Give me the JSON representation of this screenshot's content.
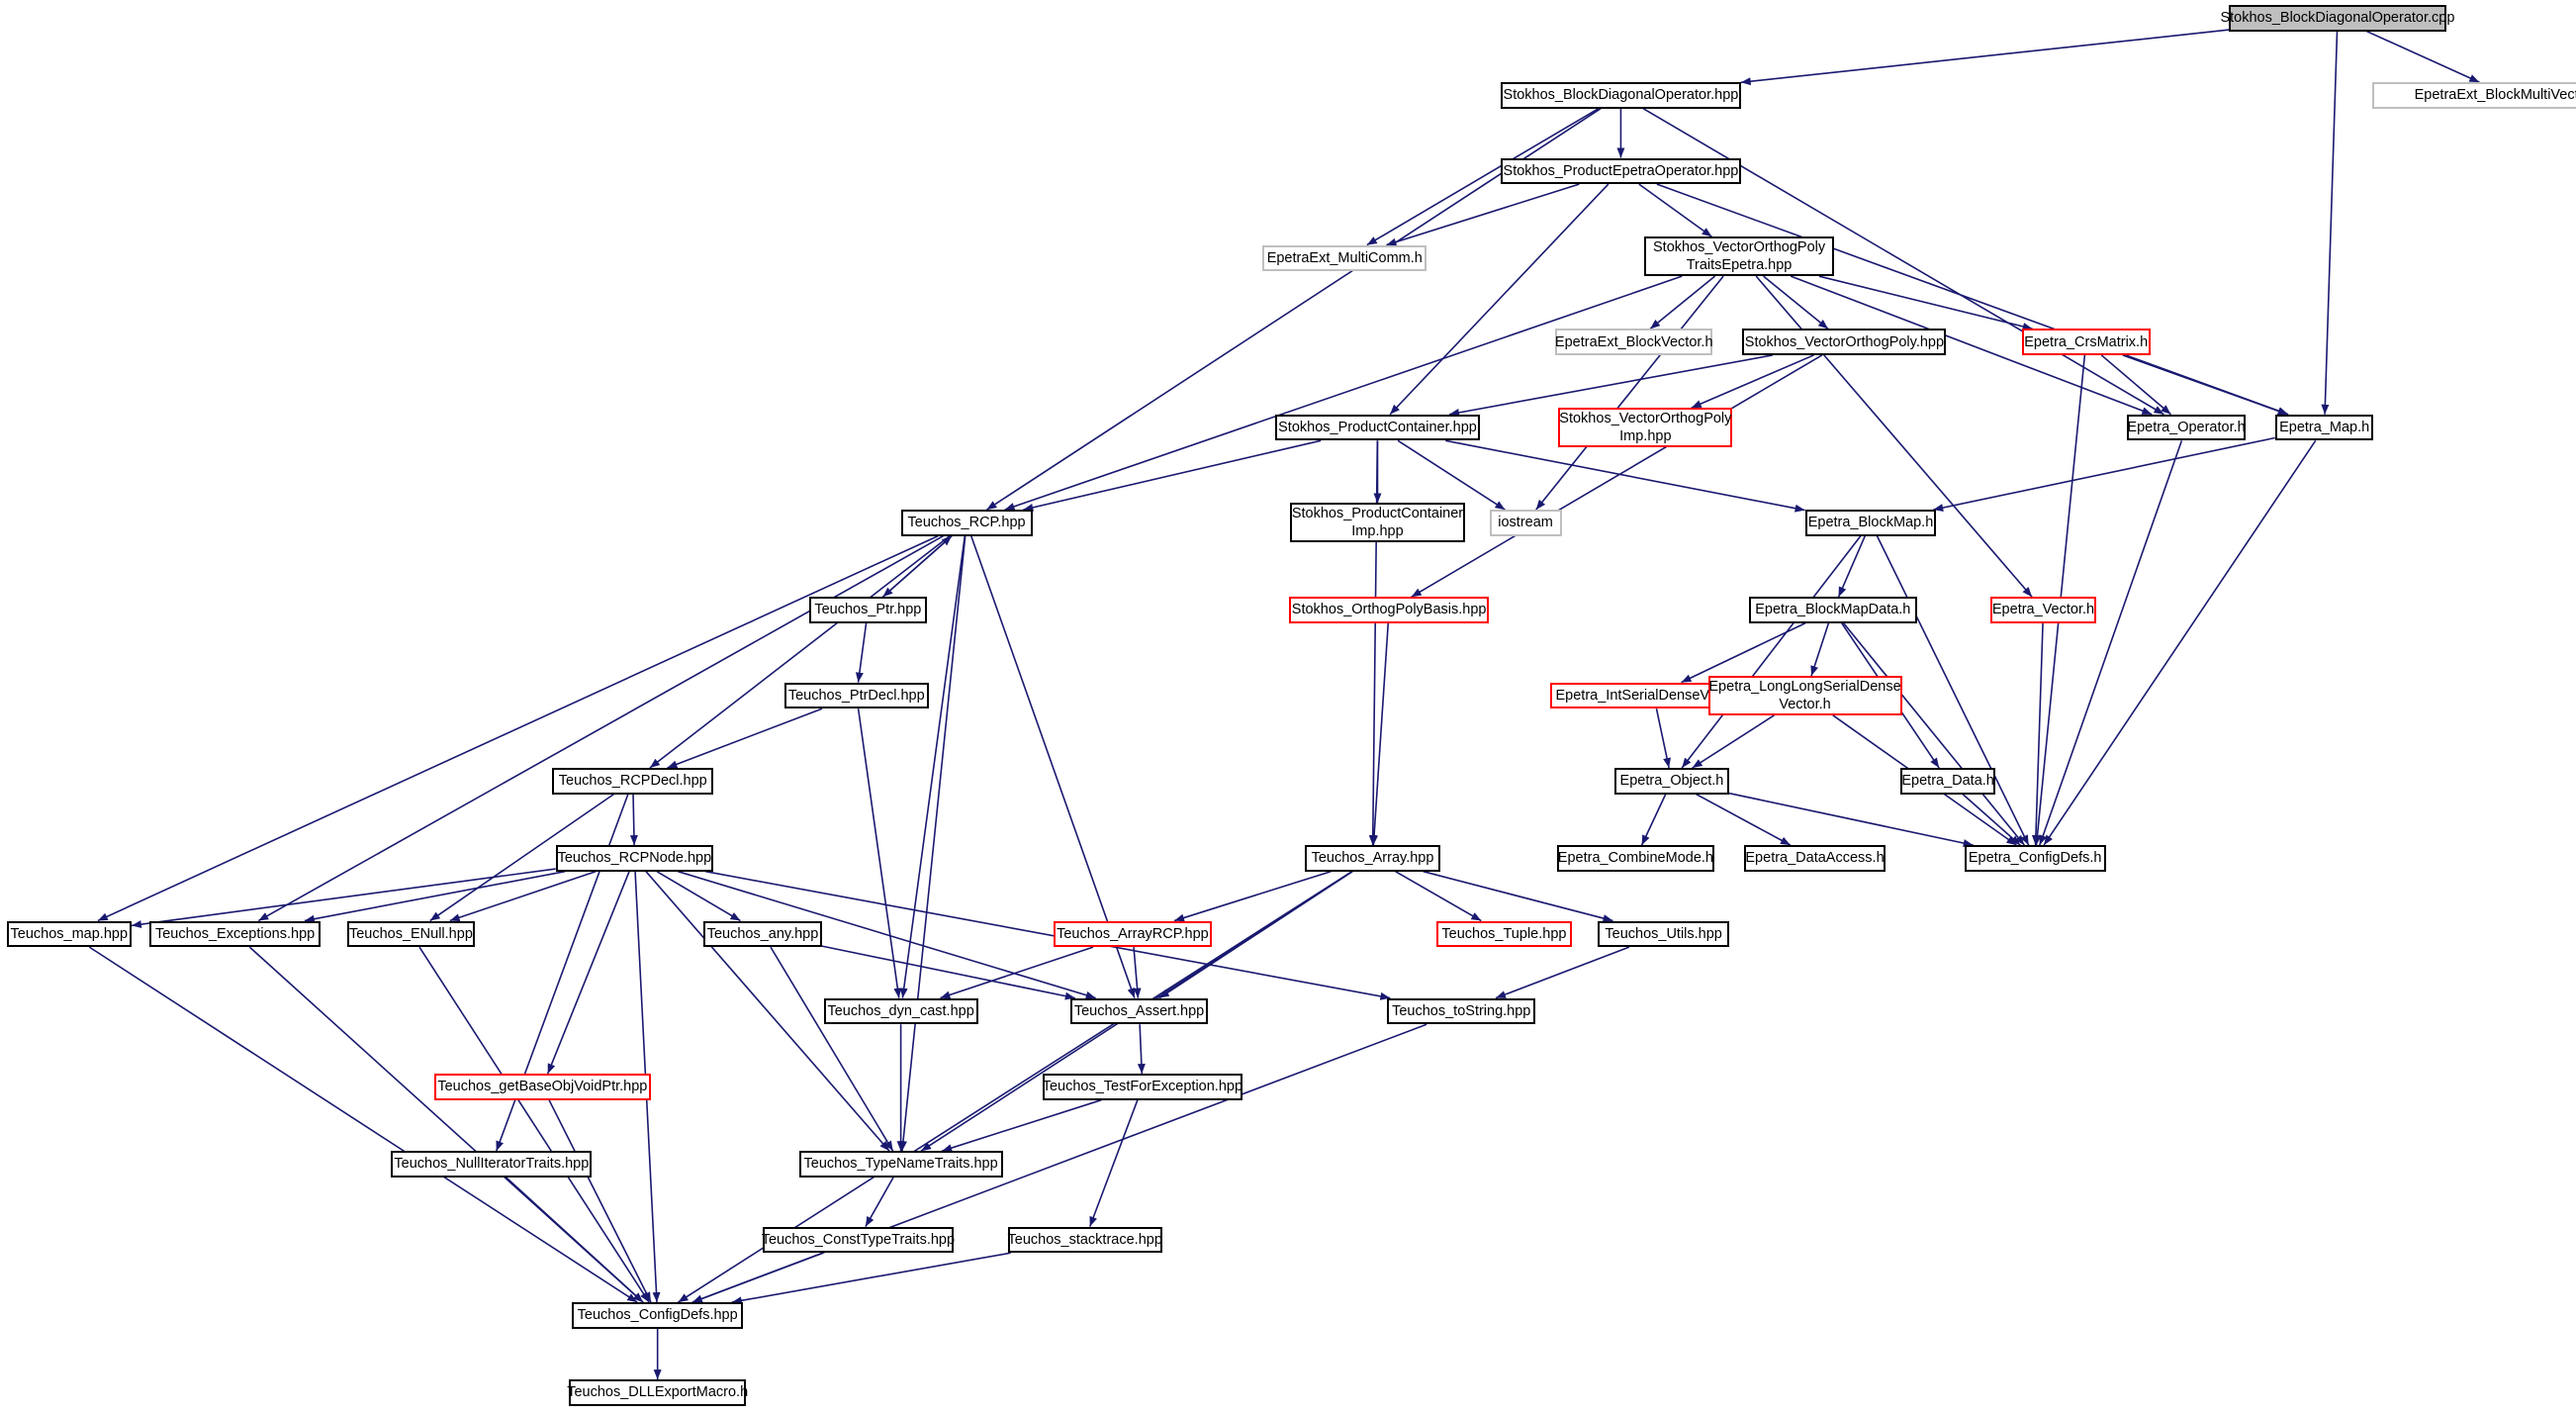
{
  "colors": {
    "edge": "#191970",
    "root_fill": "#bfbfbf",
    "external_border": "#bfbfbf",
    "truncated_border": "#ff0000",
    "node_border": "#000000"
  },
  "nodes": [
    {
      "id": "root",
      "label": "Stokhos_BlockDiagonalOperator.cpp",
      "kind": "root"
    },
    {
      "id": "bdo_hpp",
      "label": "Stokhos_BlockDiagonalOperator.hpp",
      "kind": "normal"
    },
    {
      "id": "bmv_h",
      "label": "EpetraExt_BlockMultiVector.h",
      "kind": "external"
    },
    {
      "id": "pep_hpp",
      "label": "Stokhos_ProductEpetraOperator.hpp",
      "kind": "normal"
    },
    {
      "id": "multicomm_h",
      "label": "EpetraExt_MultiComm.h",
      "kind": "external"
    },
    {
      "id": "vop_epetra",
      "label": "Stokhos_VectorOrthogPoly\nTraitsEpetra.hpp",
      "kind": "normal"
    },
    {
      "id": "blockvector_h",
      "label": "EpetraExt_BlockVector.h",
      "kind": "external"
    },
    {
      "id": "vop_hpp",
      "label": "Stokhos_VectorOrthogPoly.hpp",
      "kind": "normal"
    },
    {
      "id": "crsmatrix_h",
      "label": "Epetra_CrsMatrix.h",
      "kind": "truncated"
    },
    {
      "id": "pc_hpp",
      "label": "Stokhos_ProductContainer.hpp",
      "kind": "normal"
    },
    {
      "id": "vop_imp",
      "label": "Stokhos_VectorOrthogPoly\nImp.hpp",
      "kind": "truncated"
    },
    {
      "id": "operator_h",
      "label": "Epetra_Operator.h",
      "kind": "normal"
    },
    {
      "id": "map_h",
      "label": "Epetra_Map.h",
      "kind": "normal"
    },
    {
      "id": "rcp_hpp",
      "label": "Teuchos_RCP.hpp",
      "kind": "normal"
    },
    {
      "id": "pc_imp",
      "label": "Stokhos_ProductContainer\nImp.hpp",
      "kind": "normal"
    },
    {
      "id": "iostream",
      "label": "iostream",
      "kind": "external"
    },
    {
      "id": "blockmap_h",
      "label": "Epetra_BlockMap.h",
      "kind": "normal"
    },
    {
      "id": "ptr_hpp",
      "label": "Teuchos_Ptr.hpp",
      "kind": "normal"
    },
    {
      "id": "opb_hpp",
      "label": "Stokhos_OrthogPolyBasis.hpp",
      "kind": "truncated"
    },
    {
      "id": "bmd_h",
      "label": "Epetra_BlockMapData.h",
      "kind": "normal"
    },
    {
      "id": "vector_h",
      "label": "Epetra_Vector.h",
      "kind": "truncated"
    },
    {
      "id": "ptrdecl_hpp",
      "label": "Teuchos_PtrDecl.hpp",
      "kind": "normal"
    },
    {
      "id": "isdv_h",
      "label": "Epetra_IntSerialDenseVector.h",
      "kind": "truncated"
    },
    {
      "id": "llsdv_h",
      "label": "Epetra_LongLongSerialDense\nVector.h",
      "kind": "truncated"
    },
    {
      "id": "rcpdecl_hpp",
      "label": "Teuchos_RCPDecl.hpp",
      "kind": "normal"
    },
    {
      "id": "object_h",
      "label": "Epetra_Object.h",
      "kind": "normal"
    },
    {
      "id": "data_h",
      "label": "Epetra_Data.h",
      "kind": "normal"
    },
    {
      "id": "rcpnode_hpp",
      "label": "Teuchos_RCPNode.hpp",
      "kind": "normal"
    },
    {
      "id": "array_hpp",
      "label": "Teuchos_Array.hpp",
      "kind": "normal"
    },
    {
      "id": "combinemode_h",
      "label": "Epetra_CombineMode.h",
      "kind": "normal"
    },
    {
      "id": "dataaccess_h",
      "label": "Epetra_DataAccess.h",
      "kind": "normal"
    },
    {
      "id": "configdefs_h",
      "label": "Epetra_ConfigDefs.h",
      "kind": "normal"
    },
    {
      "id": "map_hpp",
      "label": "Teuchos_map.hpp",
      "kind": "normal"
    },
    {
      "id": "exceptions_hpp",
      "label": "Teuchos_Exceptions.hpp",
      "kind": "normal"
    },
    {
      "id": "enull_hpp",
      "label": "Teuchos_ENull.hpp",
      "kind": "normal"
    },
    {
      "id": "any_hpp",
      "label": "Teuchos_any.hpp",
      "kind": "normal"
    },
    {
      "id": "arrayrcp_hpp",
      "label": "Teuchos_ArrayRCP.hpp",
      "kind": "truncated"
    },
    {
      "id": "tuple_hpp",
      "label": "Teuchos_Tuple.hpp",
      "kind": "truncated"
    },
    {
      "id": "utils_hpp",
      "label": "Teuchos_Utils.hpp",
      "kind": "normal"
    },
    {
      "id": "dyncast_hpp",
      "label": "Teuchos_dyn_cast.hpp",
      "kind": "normal"
    },
    {
      "id": "assert_hpp",
      "label": "Teuchos_Assert.hpp",
      "kind": "normal"
    },
    {
      "id": "tostring_hpp",
      "label": "Teuchos_toString.hpp",
      "kind": "normal"
    },
    {
      "id": "getbase_hpp",
      "label": "Teuchos_getBaseObjVoidPtr.hpp",
      "kind": "truncated"
    },
    {
      "id": "tfe_hpp",
      "label": "Teuchos_TestForException.hpp",
      "kind": "normal"
    },
    {
      "id": "nit_hpp",
      "label": "Teuchos_NullIteratorTraits.hpp",
      "kind": "normal"
    },
    {
      "id": "tnt_hpp",
      "label": "Teuchos_TypeNameTraits.hpp",
      "kind": "normal"
    },
    {
      "id": "ctt_hpp",
      "label": "Teuchos_ConstTypeTraits.hpp",
      "kind": "normal"
    },
    {
      "id": "stacktrace_hpp",
      "label": "Teuchos_stacktrace.hpp",
      "kind": "normal"
    },
    {
      "id": "tconfig_hpp",
      "label": "Teuchos_ConfigDefs.hpp",
      "kind": "normal"
    },
    {
      "id": "dll_h",
      "label": "Teuchos_DLLExportMacro.h",
      "kind": "normal"
    }
  ],
  "edges": [
    [
      "root",
      "bdo_hpp"
    ],
    [
      "root",
      "bmv_h"
    ],
    [
      "root",
      "map_h"
    ],
    [
      "bdo_hpp",
      "pep_hpp"
    ],
    [
      "bdo_hpp",
      "multicomm_h"
    ],
    [
      "bdo_hpp",
      "rcp_hpp"
    ],
    [
      "bdo_hpp",
      "operator_h"
    ],
    [
      "pep_hpp",
      "multicomm_h"
    ],
    [
      "pep_hpp",
      "vop_epetra"
    ],
    [
      "pep_hpp",
      "pc_hpp"
    ],
    [
      "pep_hpp",
      "map_h"
    ],
    [
      "vop_epetra",
      "blockvector_h"
    ],
    [
      "vop_epetra",
      "vop_hpp"
    ],
    [
      "vop_epetra",
      "crsmatrix_h"
    ],
    [
      "vop_epetra",
      "operator_h"
    ],
    [
      "vop_epetra",
      "rcp_hpp"
    ],
    [
      "vop_epetra",
      "iostream"
    ],
    [
      "vop_epetra",
      "vector_h"
    ],
    [
      "vop_hpp",
      "pc_hpp"
    ],
    [
      "vop_hpp",
      "vop_imp"
    ],
    [
      "vop_hpp",
      "opb_hpp"
    ],
    [
      "crsmatrix_h",
      "operator_h"
    ],
    [
      "crsmatrix_h",
      "map_h"
    ],
    [
      "crsmatrix_h",
      "configdefs_h"
    ],
    [
      "pc_hpp",
      "rcp_hpp"
    ],
    [
      "pc_hpp",
      "pc_imp"
    ],
    [
      "pc_hpp",
      "iostream"
    ],
    [
      "pc_hpp",
      "blockmap_h"
    ],
    [
      "pc_hpp",
      "array_hpp"
    ],
    [
      "operator_h",
      "configdefs_h"
    ],
    [
      "map_h",
      "blockmap_h"
    ],
    [
      "map_h",
      "configdefs_h"
    ],
    [
      "rcp_hpp",
      "ptr_hpp"
    ],
    [
      "rcp_hpp",
      "rcpdecl_hpp"
    ],
    [
      "rcp_hpp",
      "map_hpp"
    ],
    [
      "rcp_hpp",
      "exceptions_hpp"
    ],
    [
      "rcp_hpp",
      "dyncast_hpp"
    ],
    [
      "rcp_hpp",
      "assert_hpp"
    ],
    [
      "rcp_hpp",
      "tnt_hpp"
    ],
    [
      "ptr_hpp",
      "rcp_hpp"
    ],
    [
      "ptr_hpp",
      "ptrdecl_hpp"
    ],
    [
      "ptrdecl_hpp",
      "rcpdecl_hpp"
    ],
    [
      "ptrdecl_hpp",
      "dyncast_hpp"
    ],
    [
      "blockmap_h",
      "bmd_h"
    ],
    [
      "blockmap_h",
      "object_h"
    ],
    [
      "blockmap_h",
      "configdefs_h"
    ],
    [
      "bmd_h",
      "isdv_h"
    ],
    [
      "bmd_h",
      "llsdv_h"
    ],
    [
      "bmd_h",
      "data_h"
    ],
    [
      "bmd_h",
      "configdefs_h"
    ],
    [
      "isdv_h",
      "object_h"
    ],
    [
      "llsdv_h",
      "object_h"
    ],
    [
      "llsdv_h",
      "configdefs_h"
    ],
    [
      "object_h",
      "combinemode_h"
    ],
    [
      "object_h",
      "dataaccess_h"
    ],
    [
      "object_h",
      "configdefs_h"
    ],
    [
      "data_h",
      "configdefs_h"
    ],
    [
      "vector_h",
      "configdefs_h"
    ],
    [
      "opb_hpp",
      "array_hpp"
    ],
    [
      "rcpdecl_hpp",
      "rcpnode_hpp"
    ],
    [
      "rcpdecl_hpp",
      "enull_hpp"
    ],
    [
      "rcpdecl_hpp",
      "nit_hpp"
    ],
    [
      "rcpnode_hpp",
      "map_hpp"
    ],
    [
      "rcpnode_hpp",
      "exceptions_hpp"
    ],
    [
      "rcpnode_hpp",
      "enull_hpp"
    ],
    [
      "rcpnode_hpp",
      "any_hpp"
    ],
    [
      "rcpnode_hpp",
      "assert_hpp"
    ],
    [
      "rcpnode_hpp",
      "getbase_hpp"
    ],
    [
      "rcpnode_hpp",
      "tnt_hpp"
    ],
    [
      "rcpnode_hpp",
      "tconfig_hpp"
    ],
    [
      "rcpnode_hpp",
      "tostring_hpp"
    ],
    [
      "array_hpp",
      "arrayrcp_hpp"
    ],
    [
      "array_hpp",
      "tuple_hpp"
    ],
    [
      "array_hpp",
      "utils_hpp"
    ],
    [
      "array_hpp",
      "assert_hpp"
    ],
    [
      "array_hpp",
      "tnt_hpp"
    ],
    [
      "array_hpp",
      "tconfig_hpp"
    ],
    [
      "arrayrcp_hpp",
      "dyncast_hpp"
    ],
    [
      "arrayrcp_hpp",
      "assert_hpp"
    ],
    [
      "utils_hpp",
      "tostring_hpp"
    ],
    [
      "any_hpp",
      "assert_hpp"
    ],
    [
      "any_hpp",
      "tnt_hpp"
    ],
    [
      "dyncast_hpp",
      "tnt_hpp"
    ],
    [
      "assert_hpp",
      "tfe_hpp"
    ],
    [
      "tfe_hpp",
      "tnt_hpp"
    ],
    [
      "tfe_hpp",
      "stacktrace_hpp"
    ],
    [
      "tnt_hpp",
      "ctt_hpp"
    ],
    [
      "ctt_hpp",
      "tconfig_hpp"
    ],
    [
      "stacktrace_hpp",
      "tconfig_hpp"
    ],
    [
      "map_hpp",
      "tconfig_hpp"
    ],
    [
      "exceptions_hpp",
      "tconfig_hpp"
    ],
    [
      "enull_hpp",
      "tconfig_hpp"
    ],
    [
      "getbase_hpp",
      "tconfig_hpp"
    ],
    [
      "nit_hpp",
      "tconfig_hpp"
    ],
    [
      "tostring_hpp",
      "tconfig_hpp"
    ],
    [
      "tconfig_hpp",
      "dll_h"
    ]
  ]
}
